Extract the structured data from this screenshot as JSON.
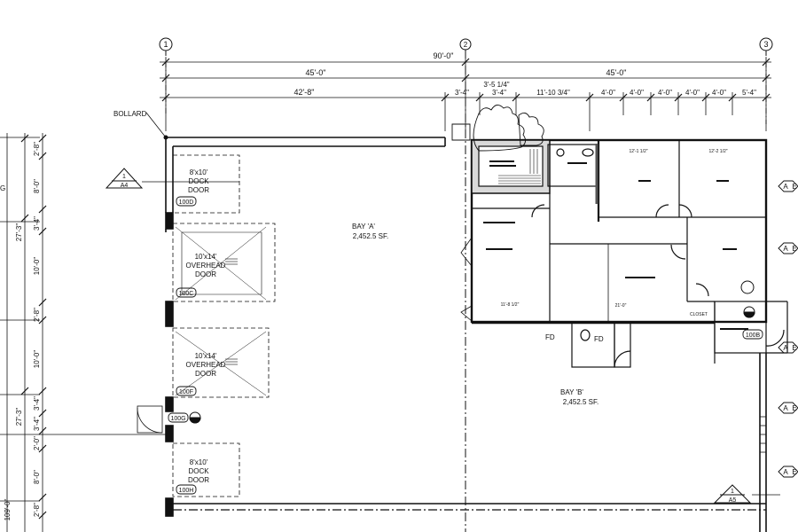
{
  "grid": {
    "col1": "1",
    "col2": "2",
    "col3": "3"
  },
  "dims": {
    "overall": "90'-0\"",
    "half_left": "45'-0\"",
    "half_right": "45'-0\"",
    "d_42_8": "42'-8\"",
    "d_3_4a": "3'-4\"",
    "d_3_5_1_4": "3'-5 1/4\"",
    "d_3_4b": "3'-4\"",
    "d_11_10_3_4": "11'-10 3/4\"",
    "d_4_0": "4'-0\"",
    "d_5_4": "5'-4\"",
    "left_2_8a": "2'-8\"",
    "left_8_0a": "8'-0\"",
    "left_27_3a": "27'-3\"",
    "left_3_4a": "3'-4\"",
    "left_10_0a": "10'-0\"",
    "left_2_8b": "2'-8\"",
    "left_10_0b": "10'-0\"",
    "left_3_4b": "3'-4\"",
    "left_27_3b": "27'-3\"",
    "left_3_4c": "3'-4\"",
    "left_2_0": "2'-0\"",
    "left_8_0b": "8'-0\"",
    "left_2_8c": "2'-8\"",
    "left_109_0": "109'-0\"",
    "room_11_8_1_2": "11'-8 1/2\"",
    "room_21_0": "21'-0\"",
    "room_12_1_1_2": "12'-1 1/2\"",
    "room_12_2_1_2": "12'-2 1/2\""
  },
  "labels": {
    "bollard": "BOLLARD",
    "g_edge": "G",
    "dock1": [
      "8'x10'",
      "DOCK",
      "DOOR"
    ],
    "overhead1": [
      "10'x14'",
      "OVERHEAD",
      "DOOR"
    ],
    "overhead2": [
      "10'x14'",
      "OVERHEAD",
      "DOOR"
    ],
    "dock2": [
      "8'x10'",
      "DOCK",
      "DOOR"
    ],
    "tag_100d": "100D",
    "tag_100c": "100C",
    "tag_100f": "100F",
    "tag_100g_left": "100G",
    "tag_100h": "100H",
    "tag_100b": "100B",
    "bay_a": [
      "BAY 'A'",
      "2,452.5 SF."
    ],
    "bay_b": [
      "BAY 'B'",
      "2,452.5 SF."
    ],
    "fd1": "FD",
    "fd2": "FD",
    "closet": "CLOSET",
    "section_a4": {
      "num": "1",
      "sheet": "A4"
    },
    "section_a5": {
      "num": "1",
      "sheet": "A5"
    },
    "right_tags": [
      "A",
      "A",
      "A",
      "A",
      "A"
    ],
    "right_tags_sub": [
      "E",
      "E",
      "E",
      "E",
      "E"
    ]
  }
}
